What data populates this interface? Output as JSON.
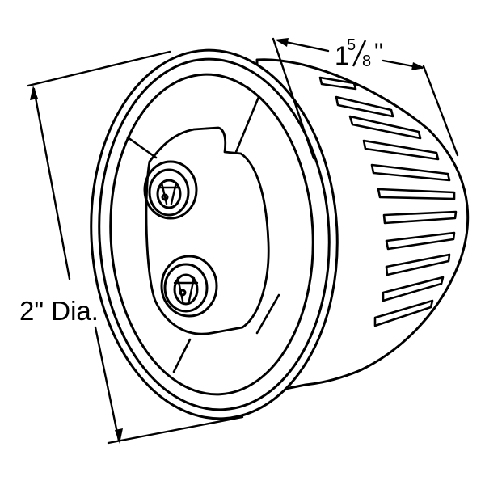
{
  "dimensions": {
    "diameter_label": "2\" Dia.",
    "depth_whole": "1",
    "depth_numerator": "5",
    "depth_denominator": "8",
    "depth_unit": "\""
  },
  "line_color": "#000000",
  "background_color": "#ffffff"
}
